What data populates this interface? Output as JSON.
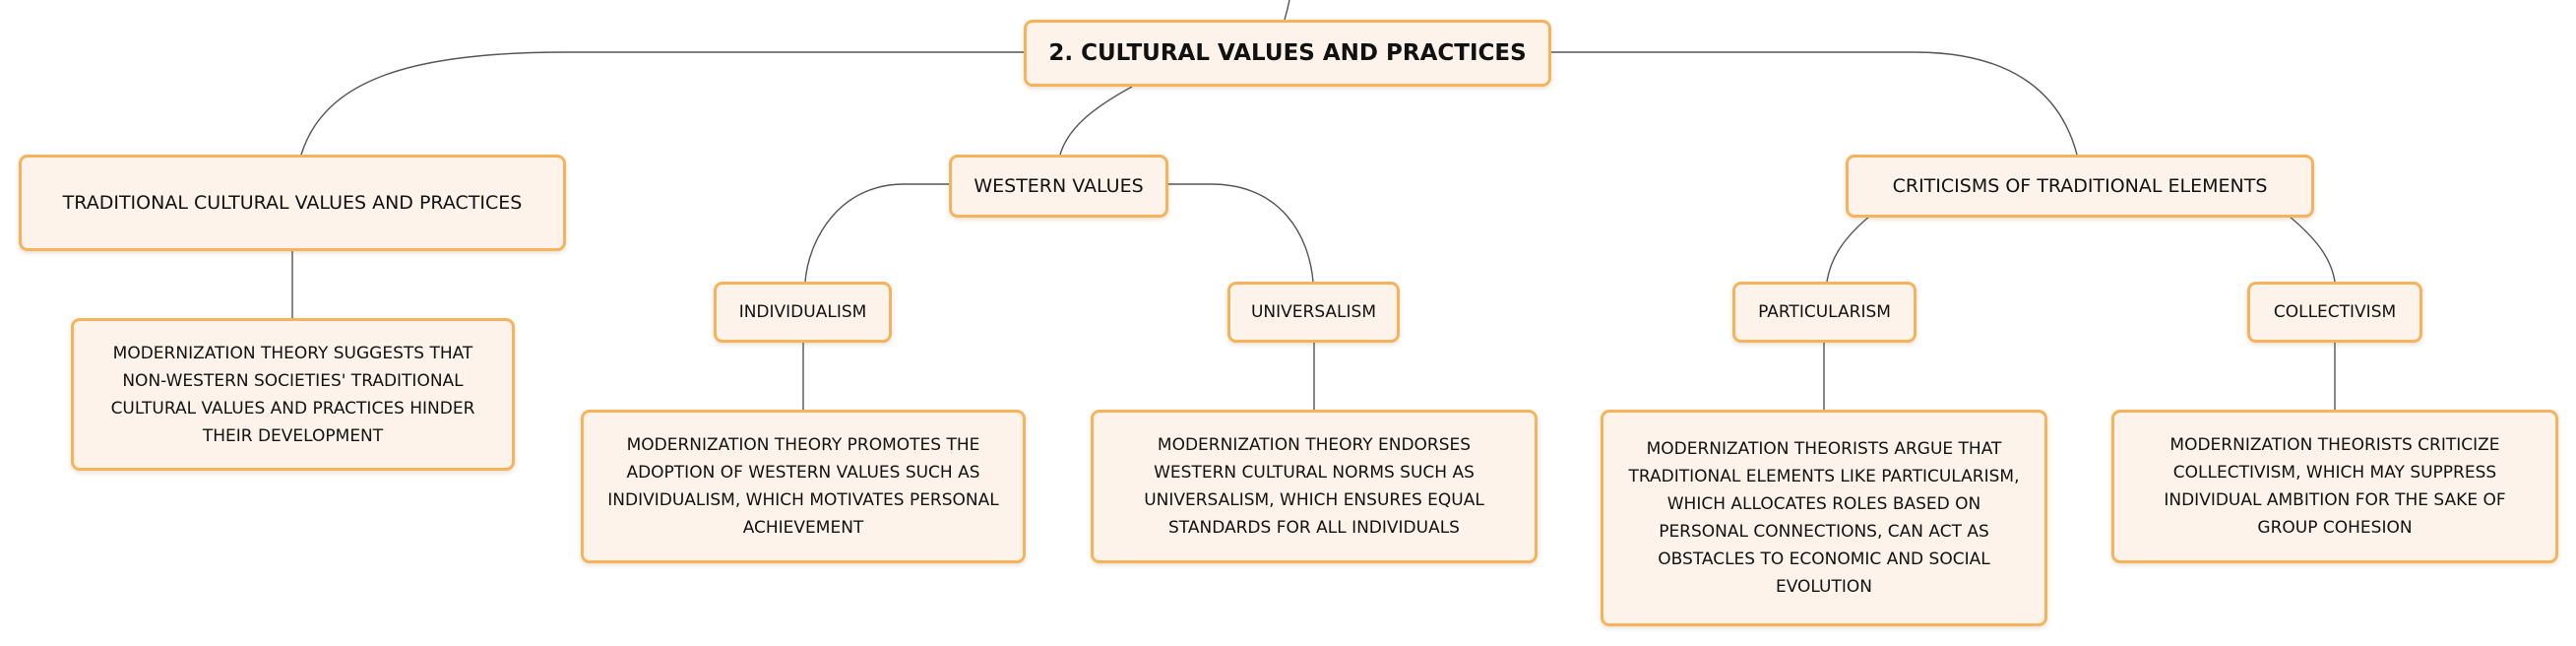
{
  "root": {
    "label": "2. CULTURAL VALUES AND PRACTICES"
  },
  "branches": {
    "traditional": {
      "label": "TRADITIONAL CULTURAL VALUES AND PRACTICES",
      "note": "MODERNIZATION THEORY SUGGESTS THAT NON-WESTERN SOCIETIES' TRADITIONAL CULTURAL VALUES AND PRACTICES HINDER THEIR DEVELOPMENT"
    },
    "western": {
      "label": "WESTERN VALUES",
      "children": {
        "individualism": {
          "label": "INDIVIDUALISM",
          "note": "MODERNIZATION THEORY PROMOTES THE ADOPTION OF WESTERN VALUES SUCH AS INDIVIDUALISM, WHICH MOTIVATES PERSONAL ACHIEVEMENT"
        },
        "universalism": {
          "label": "UNIVERSALISM",
          "note": "MODERNIZATION THEORY ENDORSES WESTERN CULTURAL NORMS SUCH AS UNIVERSALISM, WHICH ENSURES EQUAL STANDARDS FOR ALL INDIVIDUALS"
        }
      }
    },
    "criticisms": {
      "label": "CRITICISMS OF TRADITIONAL ELEMENTS",
      "children": {
        "particularism": {
          "label": "PARTICULARISM",
          "note": "MODERNIZATION THEORISTS ARGUE THAT TRADITIONAL ELEMENTS LIKE PARTICULARISM, WHICH ALLOCATES ROLES BASED ON PERSONAL CONNECTIONS, CAN ACT AS OBSTACLES TO ECONOMIC AND SOCIAL EVOLUTION"
        },
        "collectivism": {
          "label": "COLLECTIVISM",
          "note": "MODERNIZATION THEORISTS CRITICIZE COLLECTIVISM, WHICH MAY SUPPRESS INDIVIDUAL AMBITION FOR THE SAKE OF GROUP COHESION"
        }
      }
    }
  },
  "colors": {
    "node_fill": "#fdf3ea",
    "node_border": "#f5b35c",
    "connector": "#555555",
    "text": "#111111"
  }
}
